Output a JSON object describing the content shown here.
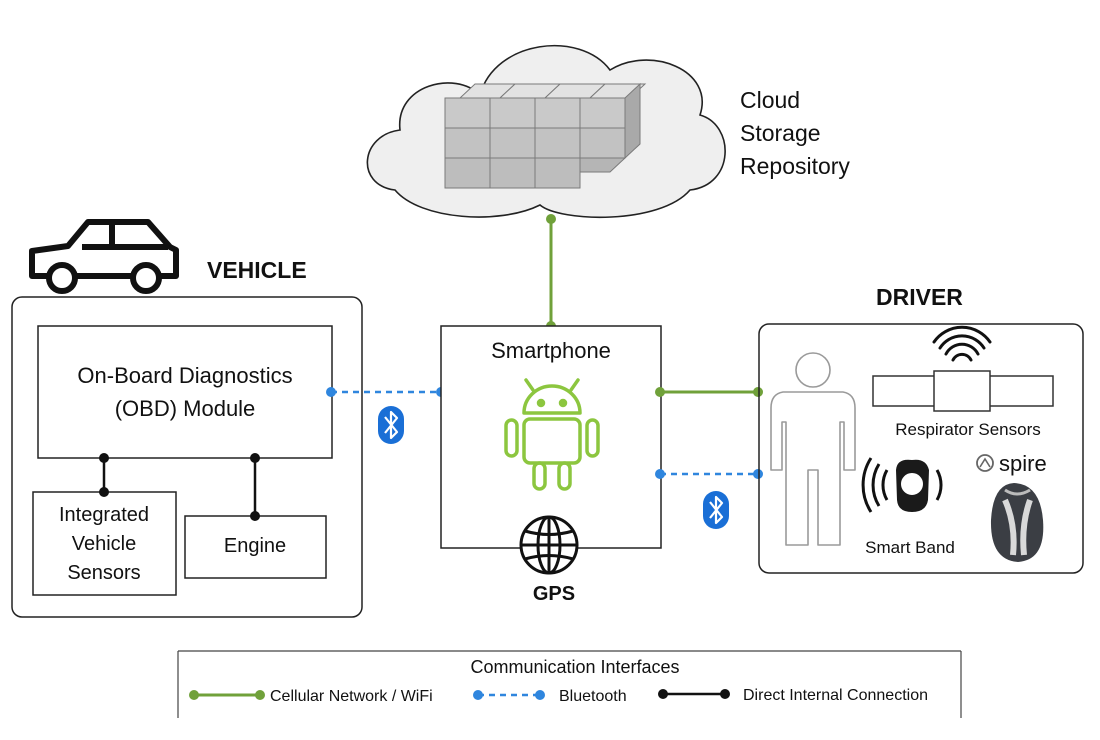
{
  "cloud": {
    "lines": [
      "Cloud",
      "Storage",
      "Repository"
    ]
  },
  "vehicle": {
    "title": "VEHICLE",
    "obd": {
      "line1": "On-Board Diagnostics",
      "line2": "(OBD) Module"
    },
    "sensors": {
      "line1": "Integrated",
      "line2": "Vehicle",
      "line3": "Sensors"
    },
    "engine": "Engine"
  },
  "smartphone": {
    "title": "Smartphone",
    "gps": "GPS"
  },
  "driver": {
    "title": "DRIVER",
    "respirator": "Respirator Sensors",
    "smart_band": "Smart Band",
    "spire": "spire"
  },
  "legend": {
    "title": "Communication Interfaces",
    "cellular": "Cellular Network / WiFi",
    "bluetooth": "Bluetooth",
    "direct": "Direct Internal Connection"
  },
  "colors": {
    "cellular": "#70a13a",
    "bluetooth": "#2f86de",
    "direct": "#111111",
    "android": "#8cc63f",
    "bluetooth_badge": "#1a6fd6"
  },
  "icons": [
    "car-icon",
    "cloud-icon",
    "server-blocks-icon",
    "android-icon",
    "globe-icon",
    "bluetooth-icon",
    "person-icon",
    "wifi-signal-icon",
    "smart-band-icon",
    "spire-device-icon"
  ]
}
